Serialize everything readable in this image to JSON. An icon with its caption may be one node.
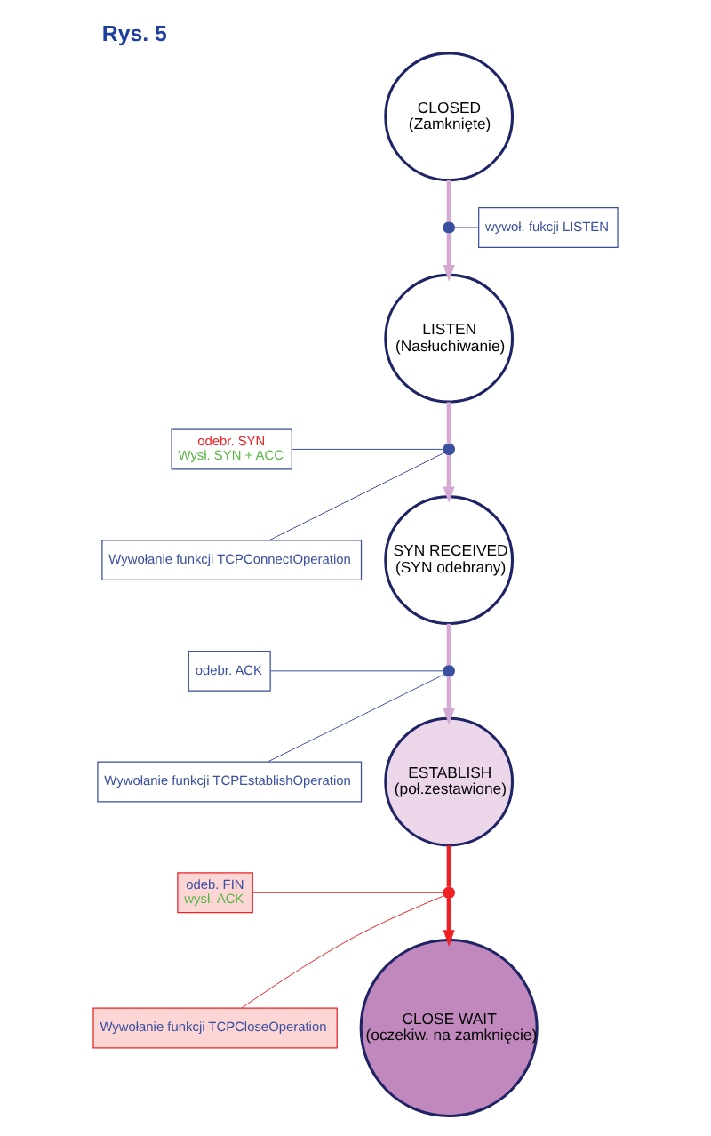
{
  "diagram": {
    "title": "Rys. 5",
    "nodes": [
      {
        "text": [
          "CLOSED",
          "(Zamknięte)"
        ]
      },
      {
        "text": [
          "LISTEN",
          "(Nasłuchiwanie)"
        ]
      },
      {
        "text": [
          "SYN RECEIVED",
          "(SYN odebrany)"
        ]
      },
      {
        "text": [
          "ESTABLISH",
          "(poł.zestawione)"
        ]
      },
      {
        "text": [
          "CLOSE WAIT",
          "(oczekiw. na zamknięcie)"
        ]
      },
      {
        "text": [
          "wywoł. fukcji LISTEN"
        ]
      },
      {
        "text": [
          "odebr. SYN",
          "Wysł. SYN + ACC"
        ]
      },
      {
        "text": [
          "Wywołanie funkcji TCPConnectOperation"
        ]
      },
      {
        "text": [
          "odebr. ACK"
        ]
      },
      {
        "text": [
          "Wywołanie funkcji TCPEstablishOperation"
        ]
      },
      {
        "text": [
          "odeb. FIN",
          "wysł. ACK"
        ]
      },
      {
        "text": [
          "Wywołanie funkcji TCPCloseOperation"
        ]
      },
      {
        "text": [],
        "shape": "circle"
      },
      {
        "text": [],
        "shape": "circle"
      },
      {
        "text": [],
        "shape": "circle"
      },
      {
        "text": [],
        "shape": "circle"
      }
    ],
    "edges": [
      {
        "from": 0,
        "to": 12,
        "arrow": "none"
      },
      {
        "from": 12,
        "to": 1,
        "arrow": "to"
      },
      {
        "from": 1,
        "to": 13,
        "arrow": "none"
      },
      {
        "from": 13,
        "to": 2,
        "arrow": "to"
      },
      {
        "from": 2,
        "to": 14,
        "arrow": "none"
      },
      {
        "from": 14,
        "to": 3,
        "arrow": "to"
      },
      {
        "from": 3,
        "to": 15,
        "arrow": "none",
        "color": "#ee2024"
      },
      {
        "from": 15,
        "to": 4,
        "arrow": "to",
        "color": "#ee2024"
      },
      {
        "from": 5,
        "to": 12,
        "arrow": "none",
        "color": "#3a4fa0"
      },
      {
        "from": 6,
        "to": 13,
        "arrow": "none",
        "color": "#3a4fa0"
      },
      {
        "from": 7,
        "to": 13,
        "arrow": "none",
        "color": "#3a4fa0"
      },
      {
        "from": 8,
        "to": 14,
        "arrow": "none",
        "color": "#3a4fa0"
      },
      {
        "from": 9,
        "to": 14,
        "arrow": "none",
        "color": "#3a4fa0"
      },
      {
        "from": 10,
        "to": 15,
        "arrow": "none",
        "color": "#ee2024"
      },
      {
        "from": 11,
        "to": 15,
        "arrow": "none",
        "color": "#ee2024"
      }
    ]
  }
}
